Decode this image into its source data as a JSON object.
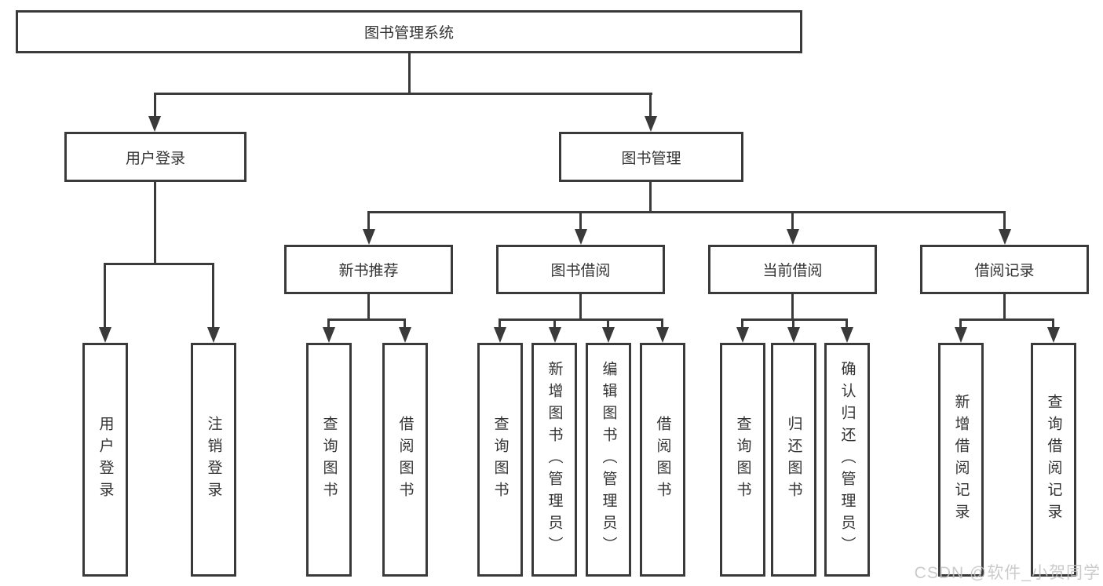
{
  "tree": {
    "root": "图书管理系统",
    "children": [
      {
        "label": "用户登录",
        "children": [
          "用户登录",
          "注销登录"
        ]
      },
      {
        "label": "图书管理",
        "children": [
          {
            "label": "新书推荐",
            "children": [
              "查询图书",
              "借阅图书"
            ]
          },
          {
            "label": "图书借阅",
            "children": [
              "查询图书",
              "新增图书（管理员）",
              "编辑图书（管理员）",
              "借阅图书"
            ]
          },
          {
            "label": "当前借阅",
            "children": [
              "查询图书",
              "归还图书",
              "确认归还（管理员）"
            ]
          },
          {
            "label": "借阅记录",
            "children": [
              "新增借阅记录",
              "查询借阅记录"
            ]
          }
        ]
      }
    ]
  },
  "watermark": "CSDN @软件_小贺同学",
  "colors": {
    "line": "#3a3a3a",
    "text": "#333333",
    "bg": "#ffffff",
    "watermark": "#c2c2c2"
  }
}
